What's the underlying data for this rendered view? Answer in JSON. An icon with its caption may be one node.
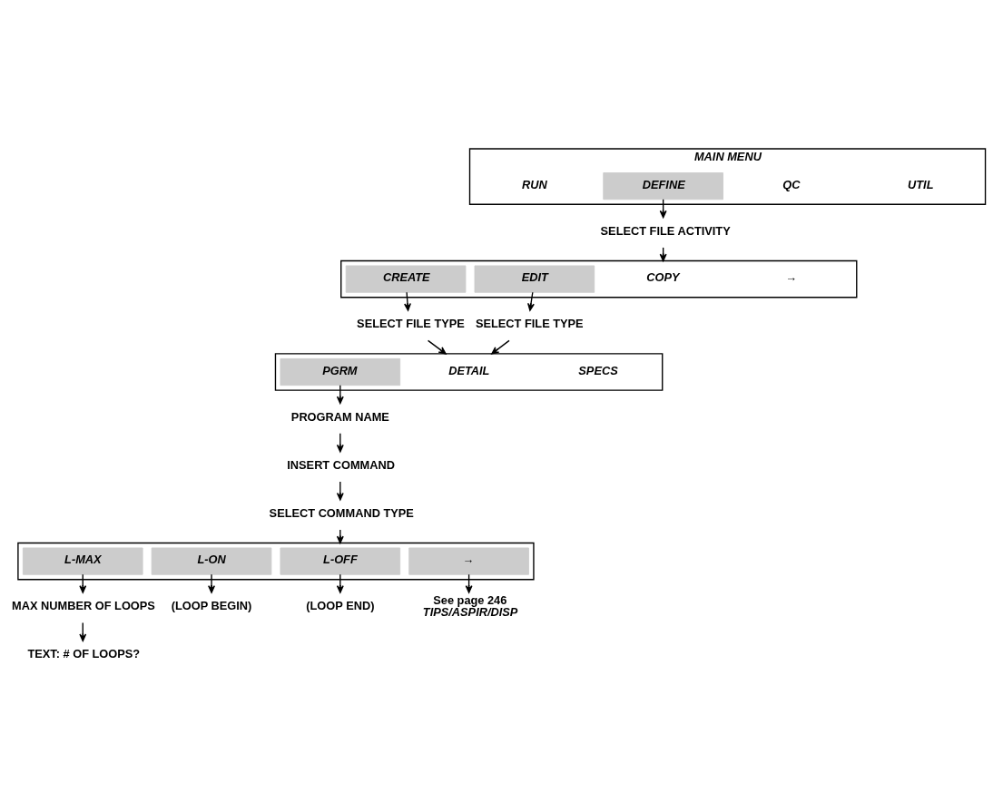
{
  "diagram": {
    "nodes": [
      {
        "text": [
          "MAIN MENU"
        ]
      },
      {
        "text": [
          "RUN"
        ],
        "in": 0
      },
      {
        "text": [
          "DEFINE"
        ],
        "in": 0
      },
      {
        "text": [
          "QC"
        ],
        "in": 0
      },
      {
        "text": [
          "UTIL"
        ],
        "in": 0
      },
      {
        "text": [
          "SELECT FILE ACTIVITY"
        ]
      },
      {
        "text": [],
        "shape": "box"
      },
      {
        "text": [
          "CREATE"
        ],
        "in": 6
      },
      {
        "text": [
          "EDIT"
        ],
        "in": 6
      },
      {
        "text": [
          "COPY"
        ],
        "in": 6
      },
      {
        "text": [
          "→"
        ],
        "in": 6
      },
      {
        "text": [
          "SELECT FILE TYPE"
        ]
      },
      {
        "text": [
          "SELECT FILE TYPE"
        ]
      },
      {
        "text": [],
        "shape": "box"
      },
      {
        "text": [
          "PGRM"
        ],
        "in": 13
      },
      {
        "text": [
          "DETAIL"
        ],
        "in": 13
      },
      {
        "text": [
          "SPECS"
        ],
        "in": 13
      },
      {
        "text": [
          "PROGRAM NAME"
        ]
      },
      {
        "text": [
          "INSERT COMMAND"
        ]
      },
      {
        "text": [
          "SELECT COMMAND TYPE"
        ]
      },
      {
        "text": [],
        "shape": "box"
      },
      {
        "text": [
          "L-MAX"
        ],
        "in": 20
      },
      {
        "text": [
          "L-ON"
        ],
        "in": 20
      },
      {
        "text": [
          "L-OFF"
        ],
        "in": 20
      },
      {
        "text": [
          "→"
        ],
        "in": 20
      },
      {
        "text": [
          "MAX NUMBER OF LOOPS"
        ]
      },
      {
        "text": [
          "(LOOP BEGIN)"
        ]
      },
      {
        "text": [
          "(LOOP END)"
        ]
      },
      {
        "text": [
          "See page 246",
          "TIPS/ASPIR/DISP"
        ]
      },
      {
        "text": [
          "TEXT: # OF LOOPS?"
        ]
      }
    ],
    "edges": [
      {
        "from": 2,
        "to": 5,
        "arrow": "to"
      },
      {
        "from": 5,
        "to": 6,
        "arrow": "to"
      },
      {
        "from": 7,
        "to": 11,
        "arrow": "to"
      },
      {
        "from": 8,
        "to": 12,
        "arrow": "to"
      },
      {
        "from": 11,
        "to": 13,
        "arrow": "to"
      },
      {
        "from": 12,
        "to": 13,
        "arrow": "to"
      },
      {
        "from": 14,
        "to": 17,
        "arrow": "to"
      },
      {
        "from": 17,
        "to": 18,
        "arrow": "to"
      },
      {
        "from": 18,
        "to": 19,
        "arrow": "to"
      },
      {
        "from": 19,
        "to": 20,
        "arrow": "to"
      },
      {
        "from": 21,
        "to": 25,
        "arrow": "to"
      },
      {
        "from": 22,
        "to": 26,
        "arrow": "to"
      },
      {
        "from": 23,
        "to": 27,
        "arrow": "to"
      },
      {
        "from": 24,
        "to": 28,
        "arrow": "to"
      },
      {
        "from": 25,
        "to": 29,
        "arrow": "to"
      }
    ]
  }
}
